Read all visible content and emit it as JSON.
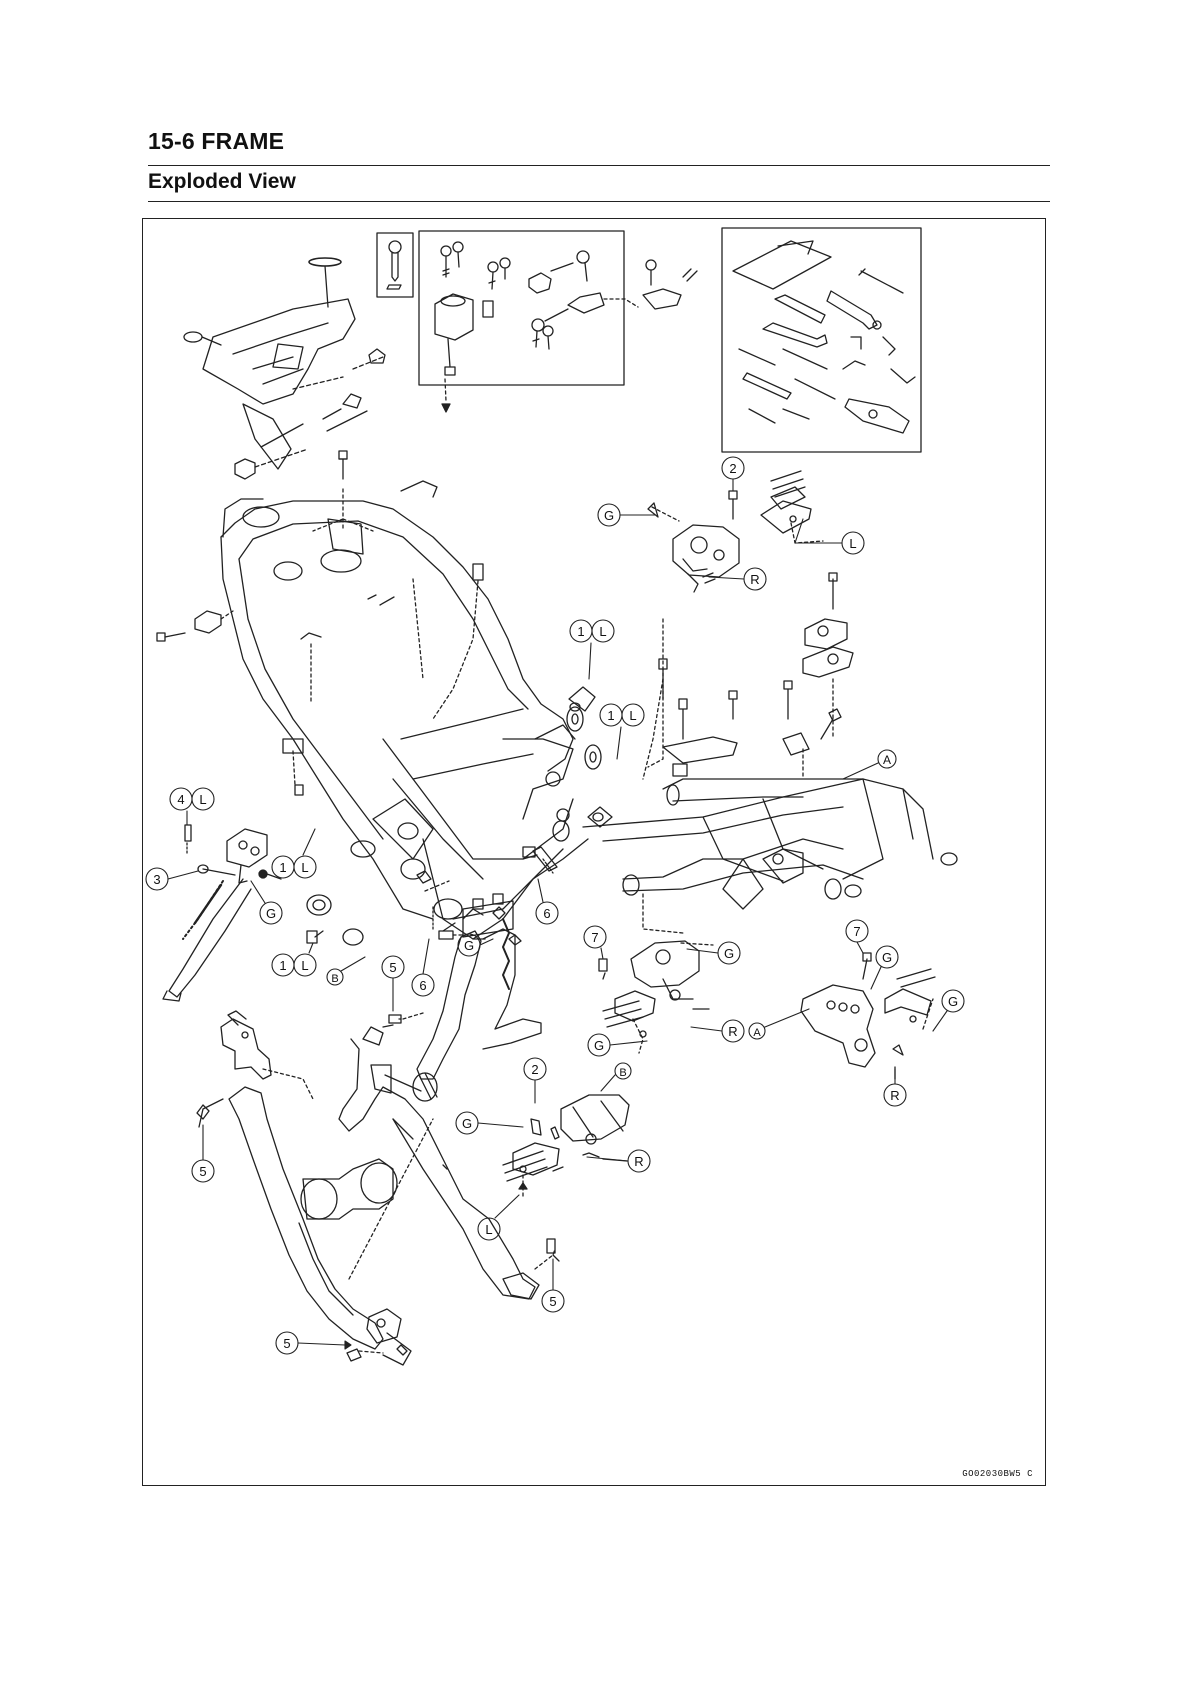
{
  "header": {
    "section_title": "15-6 FRAME",
    "subsection_title": "Exploded View"
  },
  "diagram": {
    "figure_code": "GO02030BW5 C",
    "callouts": {
      "c2_top": "2",
      "cG_top": "G",
      "cL_top": "L",
      "cR_top": "R",
      "c1L_a_num": "1",
      "c1L_a_let": "L",
      "c1L_b_num": "1",
      "c1L_b_let": "L",
      "cA_right": "A",
      "c4L_num": "4",
      "c4L_let": "L",
      "c3": "3",
      "cG_left": "G",
      "c1L_c_num": "1",
      "c1L_c_let": "L",
      "c1L_d_num": "1",
      "c1L_d_let": "L",
      "cB_left": "B",
      "c6_a": "6",
      "c6_b": "6",
      "cG_center": "G",
      "c5_center": "5",
      "c7_a": "7",
      "cG_mid": "G",
      "cR_mid": "R",
      "cA_mid": "A",
      "cG_mid2": "G",
      "c7_b": "7",
      "cG_right": "G",
      "cG_right2": "G",
      "cR_right": "R",
      "c2_bottom": "2",
      "cB_bottom": "B",
      "cG_bottom": "G",
      "cR_bottom": "R",
      "cL_bottom": "L",
      "c5_left": "5",
      "c5_bottom_right": "5",
      "c5_bottom_left": "5"
    }
  }
}
